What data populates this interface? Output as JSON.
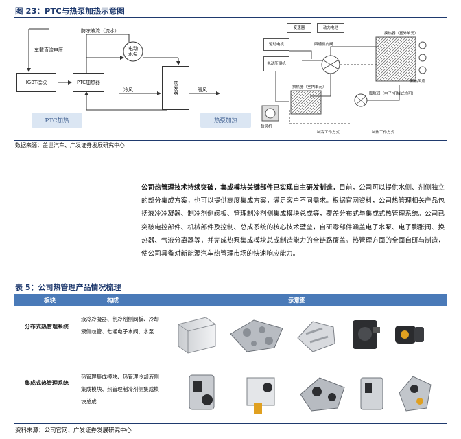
{
  "figure": {
    "title": "图 23：PTC与热泵加热示意图",
    "source": "数据来源：盖世汽车、广发证券发展研究中心",
    "left_diagram": {
      "coolant": "防冻液流（流水）",
      "voltage": "车载直流电压",
      "pump": "电动水泵",
      "igbt": "IGBT模块",
      "ptc_heater": "PTC加热器",
      "cold_air": "冷风",
      "evaporator": "蒸发器",
      "warm_air": "暖风",
      "mode_ptc": "PTC加热",
      "mode_hp": "热泵加热"
    },
    "right_diagram": {
      "drive_motor": "驱动电机",
      "gear": "变速器",
      "power_unit": "动力电池",
      "four_way": "四通换向阀",
      "compressor": "电动压缩机",
      "outdoor_hx": "换热器（室外单元）",
      "indoor_hx": "换热器（室内单元）",
      "expansion": "膨胀阀（电子/机械式均可）",
      "fan_indoor": "鼓风机",
      "fan_outdoor": "散热风扇",
      "cooling_mode": "制冷工作方式",
      "heating_mode": "制热工作方式"
    }
  },
  "paragraph": {
    "lead": "公司热管理技术持续突破，集成模块关键部件已实现自主研发制造。",
    "body": "目前，公司可以提供水侧、剂侧独立的部分集成方案，也可以提供高度集成方案，满足客户不同需求。根据官网资料，公司热管理相关产品包括液冷冷凝器、制冷剂侧阀板、管理制冷剂侧集成模块总成等，覆盖分布式与集成式热管理系统。公司已突破电控部件、机械部件及控制、总成系统的核心技术壁垒，自研零部件涵盖电子水泵、电子膨胀阀、换热器、气液分离器等，并完成热泵集成模块总成制造能力的全链路覆盖。热管理方面的全面自研与制造，使公司具备对新能源汽车热管理市场的快速响应能力。"
  },
  "table": {
    "title": "表 5：公司热管理产品情况梳理",
    "headers": [
      "板块",
      "构成",
      "示意图"
    ],
    "rows": [
      {
        "type": "分布式热管理系统",
        "desc": "液冷冷凝器、制冷剂侧阀板、冷却液侧歧管、七通电子水阀、水泵"
      },
      {
        "type": "集成式热管理系统",
        "desc": "热管理集成模块、热管理冷却液侧集成模块、热管理制冷剂侧集成模块总成"
      }
    ],
    "source": "资料来源：公司官网、广发证券发展研究中心"
  }
}
